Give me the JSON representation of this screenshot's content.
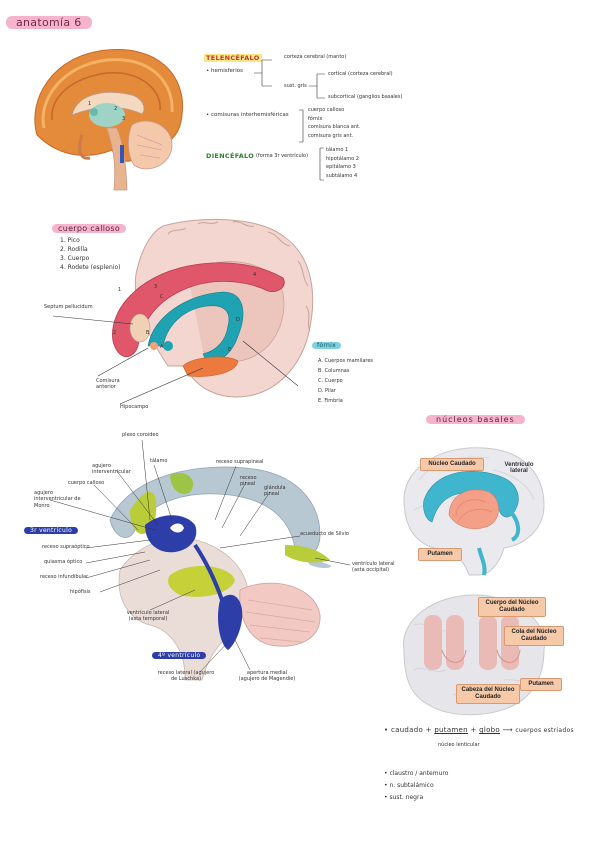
{
  "page_title": "anatomía 6",
  "brain_numbers": [
    "1",
    "2",
    "3"
  ],
  "telencefalo": {
    "title": "TELENCÉFALO",
    "hemisferios": "• hemisferios",
    "corteza": "corteza cerebral (manto)",
    "sust_gris": "sust. gris",
    "cortical": "cortical (corteza cerebral)",
    "subcortical": "subcortical (ganglios basales)",
    "comisuras": "• comisuras interhemisféricas",
    "comisuras_items": [
      "cuerpo calloso",
      "fórnix",
      "comisura blanca ant.",
      "comisura gris ant."
    ]
  },
  "diencefalo": {
    "title": "DIENCÉFALO",
    "subtitle": "(forma 3r ventrículo)",
    "items": [
      "tálamo 1",
      "hipotálamo 2",
      "epitálamo 3",
      "subtálamo 4"
    ]
  },
  "cuerpo_calloso": {
    "title": "cuerpo calloso",
    "items": [
      "1. Pico",
      "2. Rodilla",
      "3. Cuerpo",
      "4. Rodete (esplenio)"
    ],
    "labels": {
      "septum": "Septum pellucidum",
      "comisura": "Comisura anterior",
      "hipocampo": "Hipocampo"
    },
    "numbers": [
      "1",
      "2",
      "3",
      "4"
    ],
    "letters": [
      "A",
      "B",
      "C",
      "D",
      "E"
    ]
  },
  "fornix": {
    "title": "fórnix",
    "items": [
      "A. Cuerpos mamilares",
      "B. Columnas",
      "C. Cuerpo",
      "D. Pilar",
      "E. Fimbria"
    ]
  },
  "ventricles": {
    "pill_left": "3r ventrículo",
    "pill_bottom": "4º ventrículo",
    "labels": {
      "plexo_coroideo": "plexo coroideo",
      "agujero_interv": "agujero interventricular",
      "cuerpo_calloso": "cuerpo calloso",
      "agujero_interv_monro": "agujero interventricular de Monro",
      "talamo": "tálamo",
      "receso_suprapineal": "receso suprapineal",
      "receso_pineal": "receso pineal",
      "glandula_pineal": "glándula pineal",
      "receso_supraoptico": "receso supraóptico",
      "quiasma": "quiasma óptico",
      "receso_infundibular": "receso infundibular",
      "hipofisis": "hipófisis",
      "acueducto": "acueducto de Silvio",
      "ventriculo_lateral_post": "ventrículo lateral (asta occipital)",
      "ventriculo_lateral_temp": "ventrículo lateral (asta temporal)",
      "receso_lateral": "receso lateral (agujero de Luschka)",
      "apertura_medial": "apertura medial (agujero de Magendie)"
    }
  },
  "nucleos": {
    "title": "núcleos basales",
    "top_labels": {
      "caudado": "Núcleo Caudado",
      "ventriculo": "Ventrículo lateral",
      "putamen": "Putamen"
    },
    "bottom_labels": {
      "cuerpo": "Cuerpo del Núcleo Caudado",
      "cola": "Cola del Núcleo Caudado",
      "cabeza": "Cabeza del Núcleo Caudado",
      "putamen": "Putamen"
    },
    "formula_prefix": "• caudado + ",
    "formula_putamen": "putamen",
    "formula_plus": " + ",
    "formula_globo": "globo",
    "formula_result": "cuerpos estriados",
    "formula_note": "núcleo lenticular",
    "extras": [
      "• claustro / antemuro",
      "• n. subtalámico",
      "• sust. negra"
    ]
  },
  "colors": {
    "pink": "#f0a7c0",
    "cyan": "#b5e6ee",
    "teal": "#1fa3b3",
    "crimson": "#e0566a",
    "orange": "#ec7a3e",
    "navy": "#2d3ea8",
    "lime": "#b9cc3a"
  }
}
